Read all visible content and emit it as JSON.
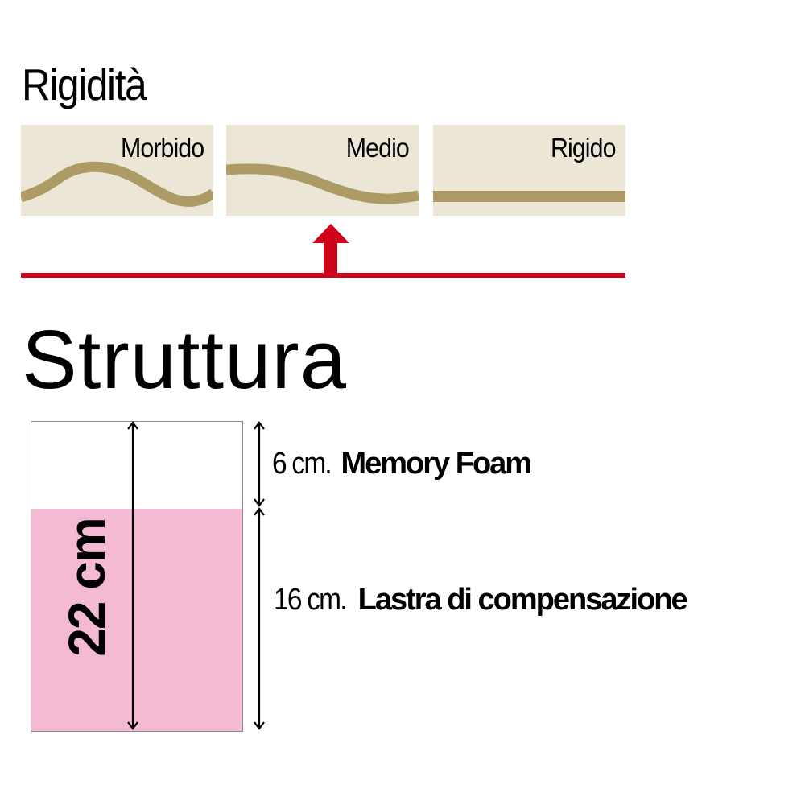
{
  "rigidity": {
    "title": "Rigidità",
    "levels": [
      {
        "label": "Morbido",
        "curve": "wave"
      },
      {
        "label": "Medio",
        "curve": "gentle-wave"
      },
      {
        "label": "Rigido",
        "curve": "flat"
      }
    ],
    "selected_index": 1,
    "selected_label": "Medio"
  },
  "structure": {
    "title": "Struttura",
    "total_label": "22 cm",
    "total_cm": 22,
    "layers": [
      {
        "thickness_label": "6 cm.",
        "name": "Memory Foam",
        "thickness_cm": 6,
        "color": "#ffffff"
      },
      {
        "thickness_label": "16 cm.",
        "name": "Lastra di compensazione",
        "thickness_cm": 16,
        "color": "#f4bad3"
      }
    ]
  },
  "colors": {
    "panel_bg": "#ece6d7",
    "curve": "#ad9b66",
    "indicator": "#d0021b",
    "layer_pink": "#f4bad3"
  }
}
